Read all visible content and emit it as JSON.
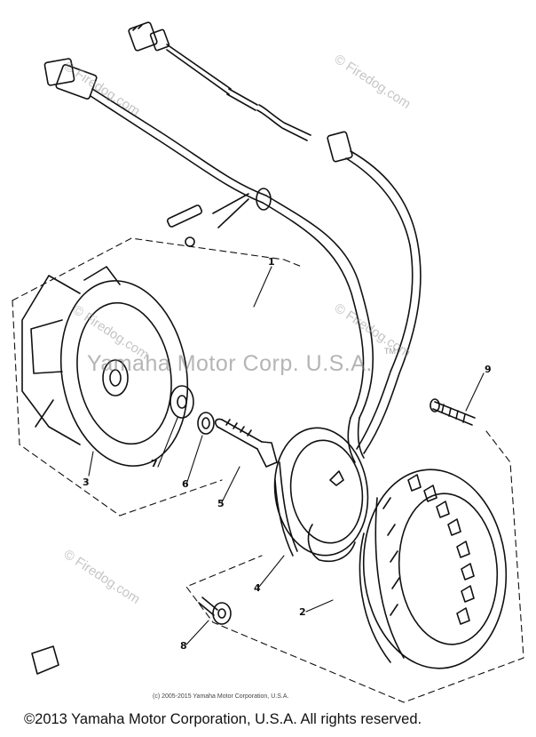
{
  "diagram": {
    "callouts": [
      {
        "id": "1",
        "label": "1"
      },
      {
        "id": "2",
        "label": "2"
      },
      {
        "id": "3",
        "label": "3"
      },
      {
        "id": "4",
        "label": "4"
      },
      {
        "id": "5",
        "label": "5"
      },
      {
        "id": "6",
        "label": "6"
      },
      {
        "id": "7",
        "label": "7"
      },
      {
        "id": "8",
        "label": "8"
      },
      {
        "id": "9",
        "label": "9"
      }
    ],
    "watermark_main": "Yamaha Motor Corp. U.S.A.",
    "trademark": "TM",
    "watermark_site": "© Firedog.com",
    "small_copyright": "(c) 2005-2015 Yamaha Motor Corporation, U.S.A.",
    "footer_copyright": "©2013 Yamaha Motor Corporation, U.S.A. All rights reserved."
  }
}
